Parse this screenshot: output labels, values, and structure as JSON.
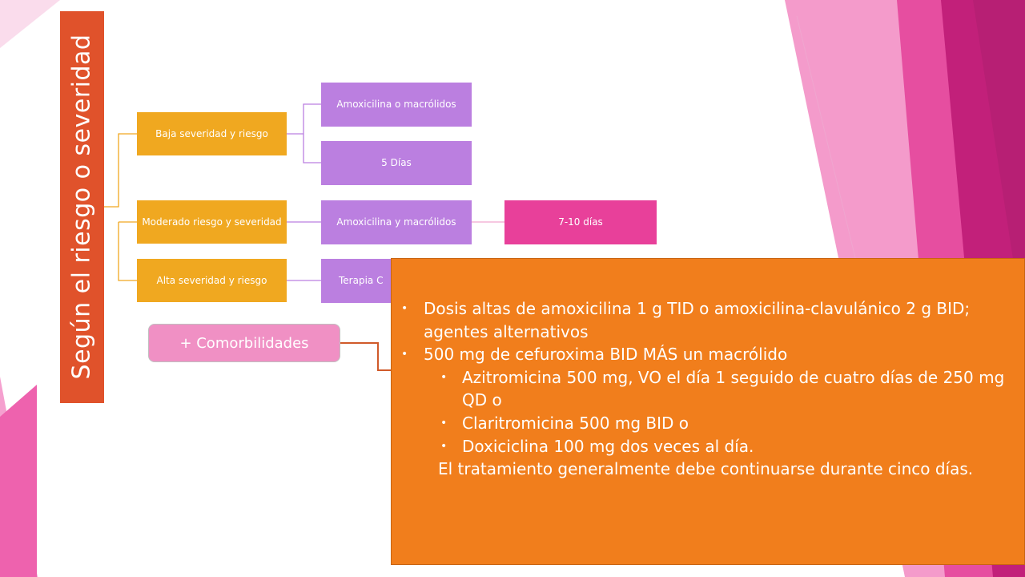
{
  "title": "Según el riesgo o severidad",
  "tree": {
    "low": {
      "label": "Baja severidad y riesgo",
      "children": [
        "Amoxicilina o macrólidos",
        "5 Días"
      ]
    },
    "moderate": {
      "label": "Moderado riesgo y severidad",
      "child": "Amoxicilina y macrólidos",
      "grandchild": "7-10 días"
    },
    "high": {
      "label": "Alta severidad y riesgo",
      "child": "Terapia C"
    }
  },
  "comorbidities": "+ Comorbilidades",
  "note": {
    "items": [
      {
        "text": "Dosis altas de amoxicilina 1 g TID o amoxicilina-clavulánico  2 g BID; agentes alternativos",
        "subitems": []
      },
      {
        "text": "500 mg de cefuroxima BID MÁS un macrólido",
        "subitems": [
          "Azitromicina 500 mg, VO el día 1 seguido de cuatro días de 250 mg QD o",
          "Claritromicina 500 mg BID o",
          "Doxiciclina 100 mg dos veces al día."
        ]
      }
    ],
    "closing": "El tratamiento generalmente debe continuarse durante cinco días."
  },
  "colors": {
    "title_bar": "#e0522b",
    "level1_box": "#f0a820",
    "level2_box": "#bb7fe0",
    "level3_box": "#e8409a",
    "note_box": "#f17e1c",
    "comorbidities_box": "#f090c4"
  }
}
